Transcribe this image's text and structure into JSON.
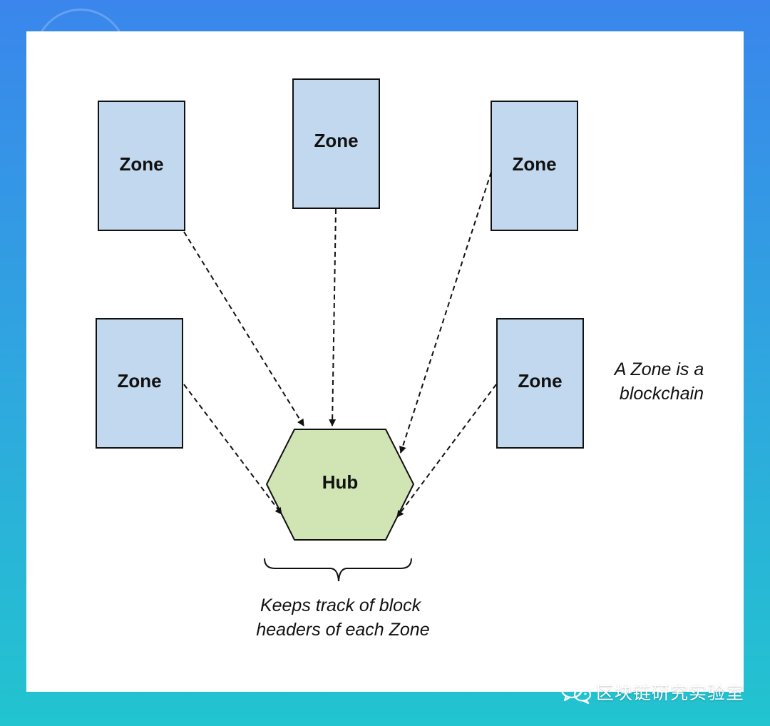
{
  "diagram": {
    "zones": [
      {
        "label": "Zone"
      },
      {
        "label": "Zone"
      },
      {
        "label": "Zone"
      },
      {
        "label": "Zone"
      },
      {
        "label": "Zone"
      }
    ],
    "hub": {
      "label": "Hub"
    },
    "zone_note": {
      "lines": [
        "A Zone is a",
        "blockchain"
      ]
    },
    "hub_note": {
      "lines": [
        "Keeps track of block",
        "headers of each Zone"
      ]
    },
    "colors": {
      "zone_fill": "#c2d8ee",
      "hub_fill": "#d0e4b4",
      "stroke": "#111111",
      "background_gradient_top": "#3a86ec",
      "background_gradient_bottom": "#22c4cf"
    }
  },
  "watermark": {
    "text": "区块链研究实验室",
    "icon": "wechat-icon"
  }
}
